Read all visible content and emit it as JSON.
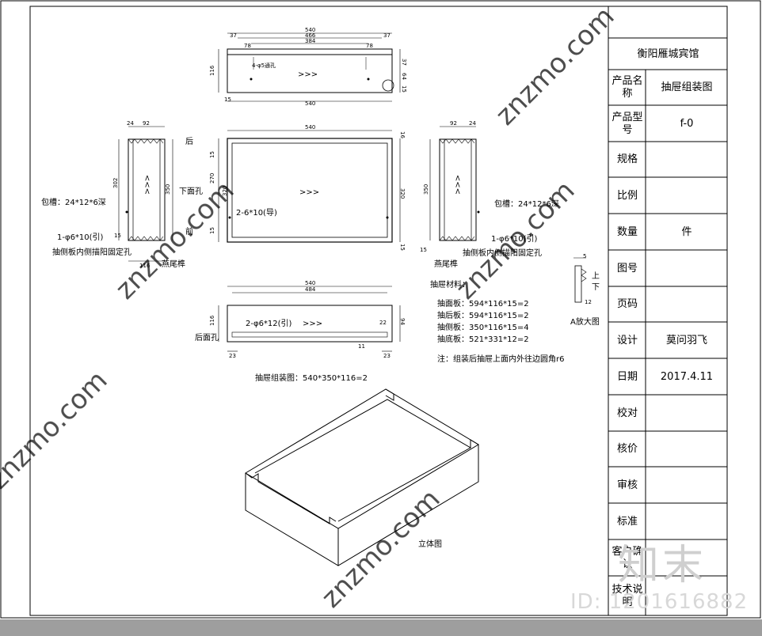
{
  "title_block": {
    "project": "衡阳雁城宾馆",
    "rows": [
      {
        "label": "产品名称",
        "value": "抽屉组装图"
      },
      {
        "label": "产品型号",
        "value": "f-0"
      },
      {
        "label": "规格",
        "value": ""
      },
      {
        "label": "比例",
        "value": ""
      },
      {
        "label": "数量",
        "value": "件"
      },
      {
        "label": "图号",
        "value": ""
      },
      {
        "label": "页码",
        "value": ""
      },
      {
        "label": "设计",
        "value": "莫问羽飞"
      },
      {
        "label": "日期",
        "value": "2017.4.11"
      },
      {
        "label": "校对",
        "value": ""
      },
      {
        "label": "核价",
        "value": ""
      },
      {
        "label": "审核",
        "value": ""
      },
      {
        "label": "标准",
        "value": ""
      },
      {
        "label": "客户确认",
        "value": ""
      },
      {
        "label": "技术说明",
        "value": ""
      }
    ]
  },
  "top_view": {
    "dims_top": [
      "540",
      "466",
      "384",
      "37",
      "37",
      "78",
      "78"
    ],
    "dims_bottom": "540",
    "dims_left": "116",
    "dims_right": [
      "37",
      "64",
      "15"
    ],
    "dim_15": "15",
    "note": "4-φ5通孔",
    "arrows": ">>>"
  },
  "plan_view": {
    "width": "540",
    "height_a": "270",
    "height_b": "320",
    "left_a": "15",
    "left_b": "15",
    "right_a": "16",
    "right_b": "15",
    "hole_note": "2-6*10(导)",
    "label_back": "后",
    "label_bottom_hole": "下面孔",
    "label_front": "前",
    "arrows": ">>>"
  },
  "left_view": {
    "dims": [
      "24",
      "92",
      "302",
      "350",
      "116",
      "15"
    ],
    "slot_note": "包槽：24*12*6深",
    "hole_note": "1-φ6*10(引)",
    "side_note": "抽侧板内侧描阳固定孔",
    "tail": "燕尾榫"
  },
  "right_view": {
    "dims": [
      "92",
      "24",
      "350",
      "15"
    ],
    "slot_note": "包槽：24*12*6深",
    "hole_note": "1-φ6*10(引)",
    "side_note": "抽侧板内侧描阳固定孔",
    "tail": "燕尾榫"
  },
  "back_view": {
    "dims_top": [
      "540",
      "484"
    ],
    "dim_left": "116",
    "dim_right": "94",
    "dims_bottom": [
      "23",
      "23"
    ],
    "dim_11": "11",
    "dim_22": "22",
    "hole_note": "2-φ6*12(引)",
    "label": "后面孔",
    "arrows": ">>>"
  },
  "detail": {
    "label": "A放大图",
    "up": "上",
    "down": "下",
    "d1": "5",
    "d2": "12"
  },
  "materials": {
    "title": "抽屉材料：",
    "items": [
      "抽面板：594*116*15=2",
      "抽后板：594*116*15=2",
      "抽侧板：350*116*15=4",
      "抽底板：521*331*12=2"
    ],
    "note": "注：组装后抽屉上面内外往边圆角r6"
  },
  "captions": {
    "assembly": "抽屉组装图：540*350*116=2",
    "iso": "立体图"
  },
  "watermark": {
    "diag": "znzmo.com",
    "id_text": "ID: 1201616882",
    "brand": "知末"
  },
  "colors": {
    "line": "#000000",
    "footer": "#9e9e9e",
    "watermark": "#d8d8d8"
  }
}
